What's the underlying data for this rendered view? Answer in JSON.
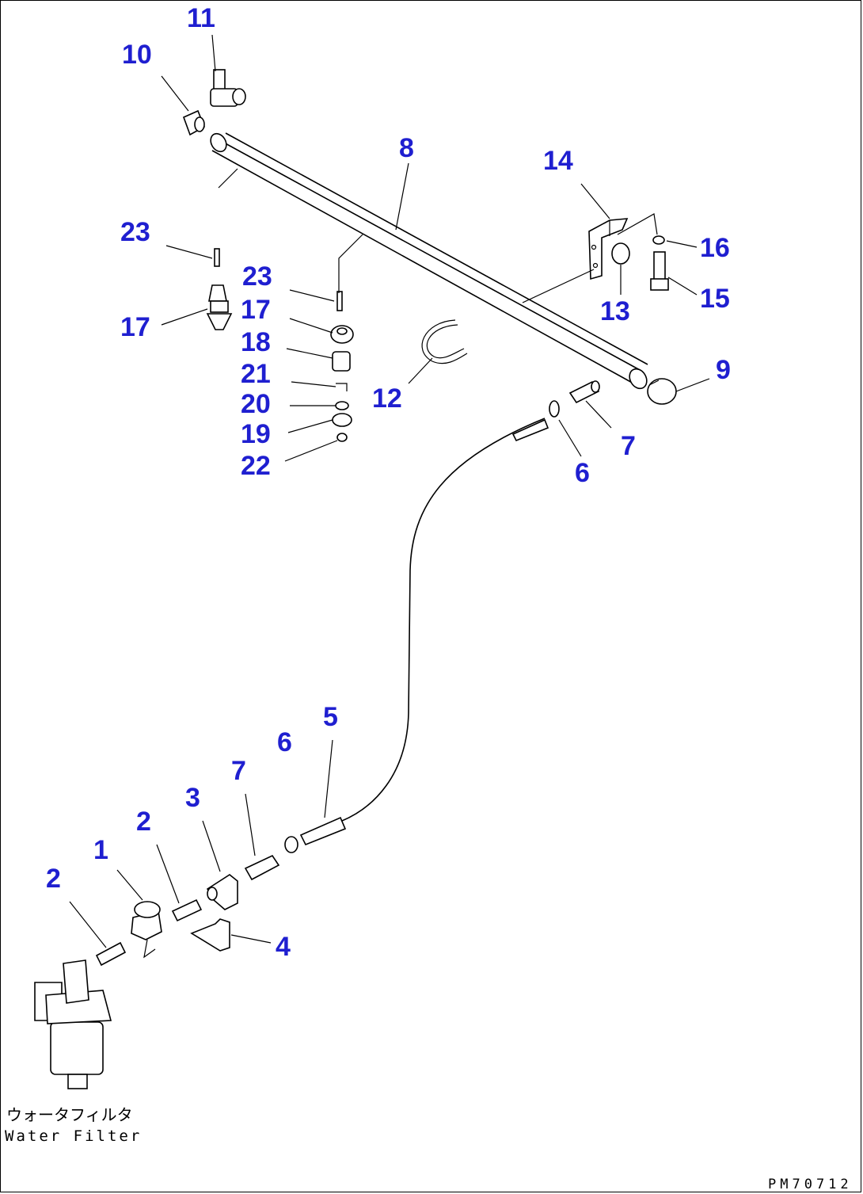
{
  "diagram": {
    "callouts": [
      {
        "id": "c11",
        "label": "11"
      },
      {
        "id": "c10",
        "label": "10"
      },
      {
        "id": "c8",
        "label": "8"
      },
      {
        "id": "c14",
        "label": "14"
      },
      {
        "id": "c23a",
        "label": "23"
      },
      {
        "id": "c23b",
        "label": "23"
      },
      {
        "id": "c16",
        "label": "16"
      },
      {
        "id": "c15",
        "label": "15"
      },
      {
        "id": "c17a",
        "label": "17"
      },
      {
        "id": "c17b",
        "label": "17"
      },
      {
        "id": "c13",
        "label": "13"
      },
      {
        "id": "c18",
        "label": "18"
      },
      {
        "id": "c21",
        "label": "21"
      },
      {
        "id": "c20",
        "label": "20"
      },
      {
        "id": "c19",
        "label": "19"
      },
      {
        "id": "c22",
        "label": "22"
      },
      {
        "id": "c12",
        "label": "12"
      },
      {
        "id": "c9",
        "label": "9"
      },
      {
        "id": "c7a",
        "label": "7"
      },
      {
        "id": "c6a",
        "label": "6"
      },
      {
        "id": "c5",
        "label": "5"
      },
      {
        "id": "c6b",
        "label": "6"
      },
      {
        "id": "c7b",
        "label": "7"
      },
      {
        "id": "c3",
        "label": "3"
      },
      {
        "id": "c2a",
        "label": "2"
      },
      {
        "id": "c1",
        "label": "1"
      },
      {
        "id": "c2b",
        "label": "2"
      },
      {
        "id": "c4",
        "label": "4"
      }
    ],
    "water_filter_jp": "ウォータフィルタ",
    "water_filter_en": "Water Filter",
    "drawing_code": "PM70712"
  }
}
